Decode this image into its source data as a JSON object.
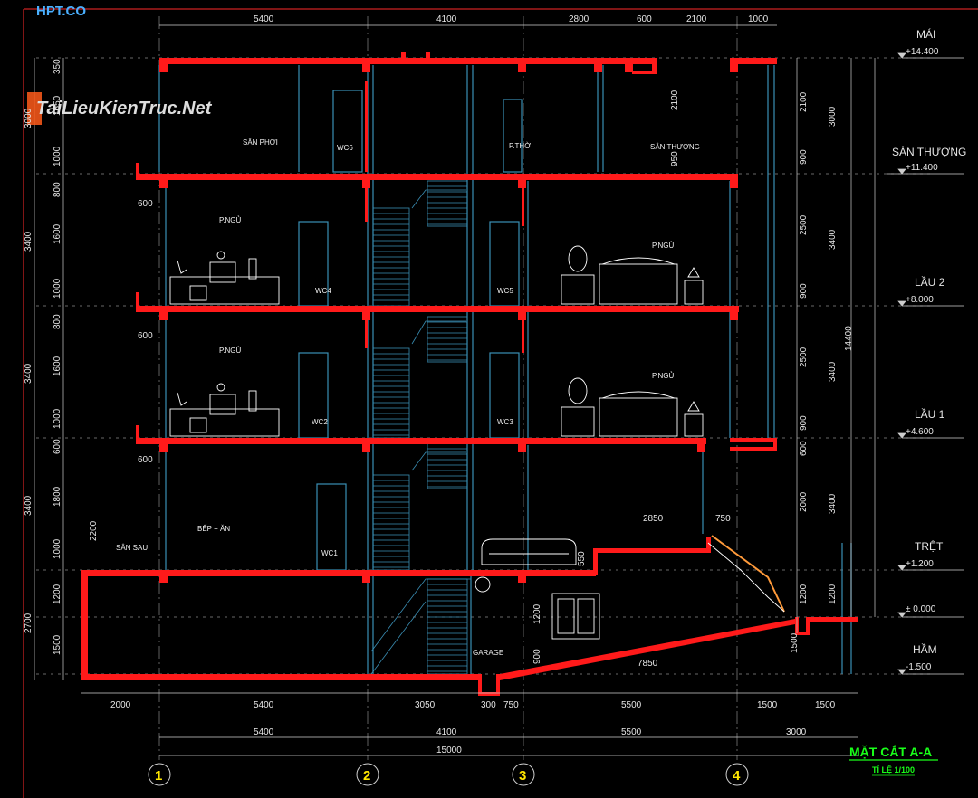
{
  "brand": "HPT.CO",
  "watermark": "TaiLieuKienTruc.Net",
  "title": "MẶT CẮT A-A",
  "scale": "TỈ LỆ 1/100",
  "axes": [
    "1",
    "2",
    "3",
    "4"
  ],
  "levels": [
    {
      "name": "MÁI",
      "elev": "+14.400"
    },
    {
      "name": "SÂN THƯỢNG",
      "elev": "+11.400"
    },
    {
      "name": "LẦU 2",
      "elev": "+8.000"
    },
    {
      "name": "LẦU 1",
      "elev": "+4.600"
    },
    {
      "name": "TRỆT",
      "elev": "+1.200"
    },
    {
      "name": "",
      "elev": "± 0.000"
    },
    {
      "name": "HẦM",
      "elev": "-1.500"
    }
  ],
  "rooms": {
    "san_phoi": "SÂN PHƠI",
    "wc6": "WC6",
    "p_tho": "P.THỜ",
    "san_thuong": "SÂN THƯỢNG",
    "p_ngu_l2_left": "P.NGỦ",
    "wc4": "WC4",
    "wc5": "WC5",
    "p_ngu_l2_right": "P.NGỦ",
    "p_ngu_l1_left": "P.NGỦ",
    "wc2": "WC2",
    "wc3": "WC3",
    "p_ngu_l1_right": "P.NGỦ",
    "bep_an": "BẾP + ĂN",
    "san_sau": "SÂN SAU",
    "wc1": "WC1",
    "garage": "GARAGE"
  },
  "dims": {
    "top": [
      "5400",
      "4100",
      "2800",
      "600",
      "2100",
      "1000"
    ],
    "bottom1": [
      "2000",
      "5400",
      "3050",
      "300",
      "750",
      "5500",
      "1500",
      "1500"
    ],
    "bottom2": [
      "5400",
      "4100",
      "5500",
      "3000"
    ],
    "total": "15000",
    "left_outer": [
      "3000",
      "3400",
      "3400",
      "3400",
      "2700"
    ],
    "left_inner": [
      "350",
      "1650",
      "1000",
      "800",
      "1600",
      "1000",
      "800",
      "1600",
      "1000",
      "600",
      "1800",
      "1000",
      "1200",
      "1500"
    ],
    "right_inner": [
      "2100",
      "900",
      "2500",
      "900",
      "2500",
      "900",
      "600",
      "2000",
      "1200"
    ],
    "right_outer": [
      "3000",
      "3400",
      "3400",
      "3400",
      "1200"
    ],
    "right_total": "14400",
    "misc": {
      "h2100": "2100",
      "h950": "950",
      "sill600_l2": "600",
      "sill600_l1": "600",
      "sill600_gf": "600",
      "h2200": "2200",
      "w2850": "2850",
      "w750": "750",
      "h550": "550",
      "h1200": "1200",
      "h900": "900",
      "w7850": "7850",
      "h1500": "1500"
    }
  },
  "colors": {
    "background": "#000000",
    "slab": "#ff1a1a",
    "line": "#3a8fb5",
    "dim": "#d0d0d0",
    "furniture": "#ffffff",
    "title": "#19ff19",
    "axis_label": "#ffe600"
  }
}
